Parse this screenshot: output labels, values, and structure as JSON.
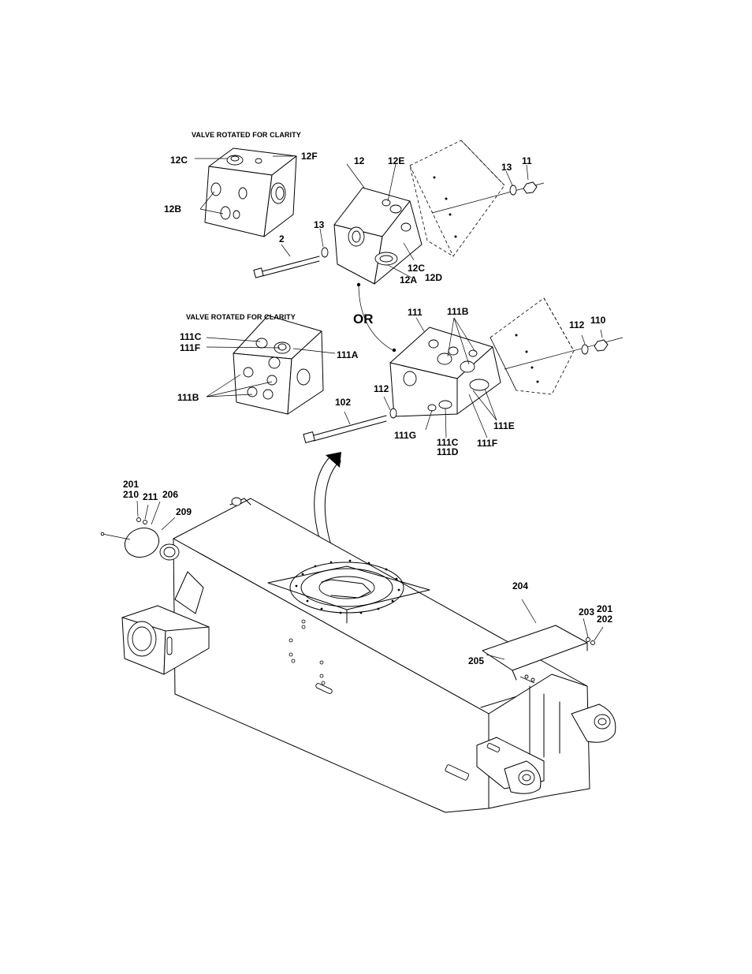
{
  "captions": {
    "upper_valve": "VALVE ROTATED FOR CLARITY",
    "lower_valve": "VALVE ROTATED FOR CLARITY",
    "or": "OR"
  },
  "callouts": {
    "c12c_top": "12C",
    "c12f": "12F",
    "c12b": "12B",
    "c12": "12",
    "c12e": "12E",
    "c13_right": "13",
    "c11": "11",
    "c2": "2",
    "c13_left": "13",
    "c12c_bottom": "12C",
    "c12d": "12D",
    "c12a": "12A",
    "c111c_left": "111C",
    "c111f_left": "111F",
    "c111a": "111A",
    "c111b_left": "111B",
    "c111": "111",
    "c111b_right": "111B",
    "c112_right": "112",
    "c110": "110",
    "c112_left": "112",
    "c102": "102",
    "c111e": "111E",
    "c111g": "111G",
    "c111c_bottom": "111C",
    "c111d": "111D",
    "c111f_bottom": "111F",
    "c201_left": "201",
    "c210": "210",
    "c211": "211",
    "c206": "206",
    "c209": "209",
    "c204": "204",
    "c203": "203",
    "c201_right": "201",
    "c202": "202",
    "c205": "205"
  },
  "colors": {
    "ink": "#000000",
    "paper": "#ffffff"
  }
}
